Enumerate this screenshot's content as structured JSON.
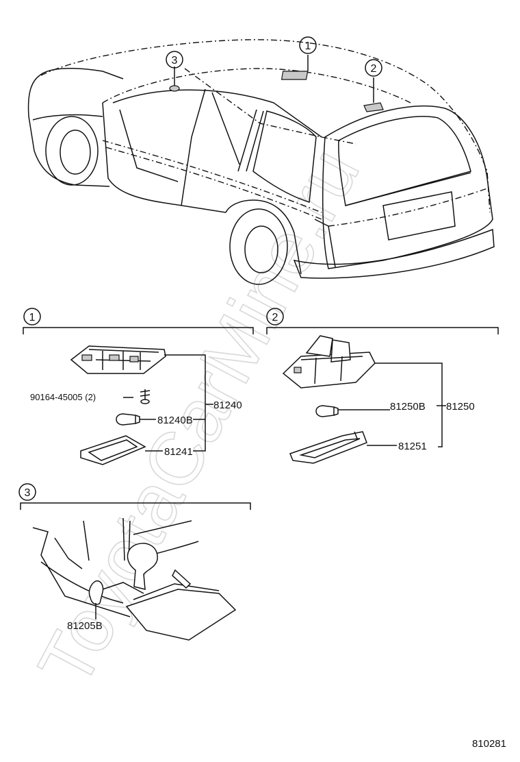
{
  "watermark": "ToyotaCarMine.ru",
  "diagram_id": "810281",
  "callouts": {
    "one": "1",
    "two": "2",
    "three": "3"
  },
  "section1": {
    "screw": "90164-45005 (2)",
    "assembly": "81240",
    "bulb": "81240B",
    "cover": "81241"
  },
  "section2": {
    "assembly": "81250",
    "bulb": "81250B",
    "cover": "81251"
  },
  "section3": {
    "bulb": "81205B"
  }
}
